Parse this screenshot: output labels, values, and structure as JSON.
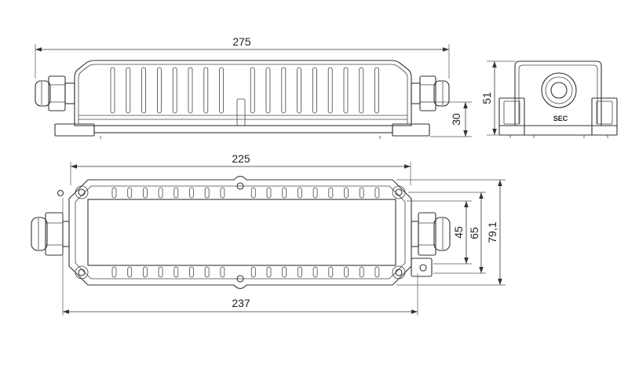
{
  "drawing": {
    "side_view": {
      "overall_length": "275",
      "base_height": "30"
    },
    "end_view": {
      "overall_height": "51",
      "gland_marking": "SEC"
    },
    "plan_view": {
      "housing_length": "225",
      "overall_length": "237",
      "inner_width": "45",
      "fixing_spacing": "65",
      "overall_width": "79,1"
    }
  },
  "colors": {
    "line": "#333333",
    "background": "#ffffff"
  }
}
